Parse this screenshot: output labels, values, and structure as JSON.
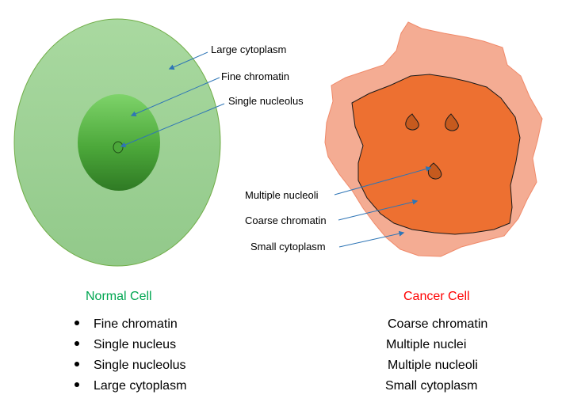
{
  "normal_cell": {
    "title": "Normal Cell",
    "title_color": "#00A651",
    "labels": {
      "large_cytoplasm": "Large cytoplasm",
      "fine_chromatin": "Fine chromatin",
      "single_nucleolus": "Single nucleolus"
    },
    "features": [
      "Fine chromatin",
      "Single nucleus",
      "Single nucleolus",
      "Large cytoplasm"
    ],
    "colors": {
      "cytoplasm": "#A3D49A",
      "nucleus": "#5DBB46",
      "outline": "#70AD47"
    }
  },
  "cancer_cell": {
    "title": "Cancer Cell",
    "title_color": "#FF0000",
    "labels": {
      "multiple_nucleoli": "Multiple nucleoli",
      "coarse_chromatin": "Coarse chromatin",
      "small_cytoplasm": "Small cytoplasm"
    },
    "features": [
      "Coarse chromatin",
      "Multiple nuclei",
      "Multiple nucleoli",
      "Small cytoplasm"
    ],
    "colors": {
      "cytoplasm": "#F4A98E",
      "nucleus": "#ED7031",
      "nucleolus": "#C65A1E"
    }
  },
  "arrow_color": "#2E75B6"
}
